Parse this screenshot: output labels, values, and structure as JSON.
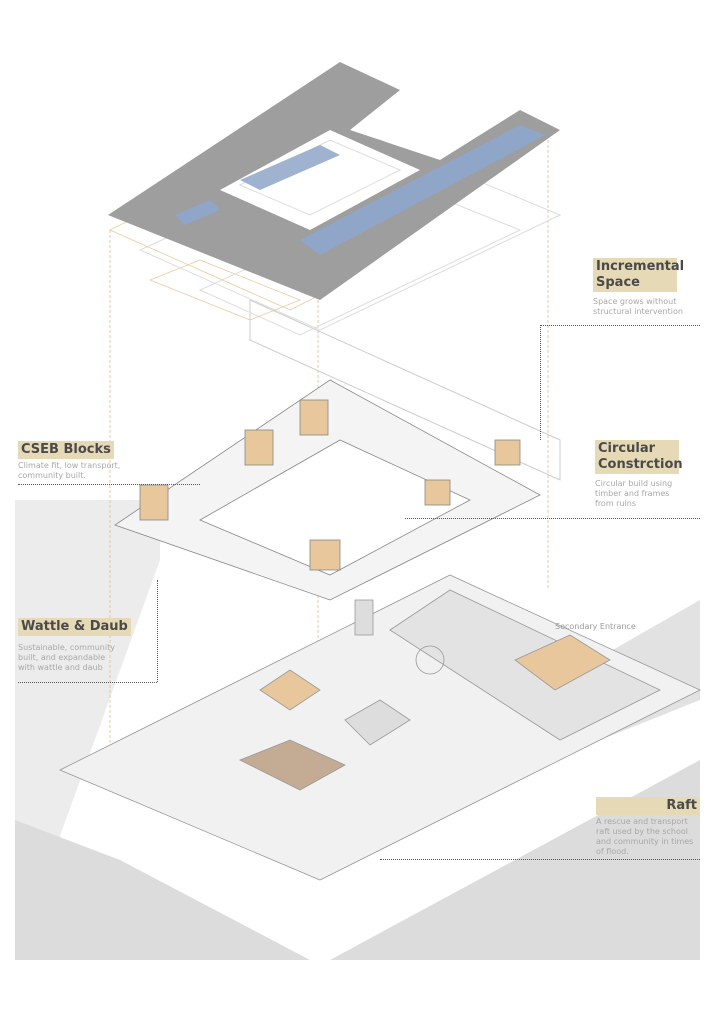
{
  "annotations": [
    {
      "title": "Incremental Space",
      "caption": "Space grows without structural intervention"
    },
    {
      "title": "Circular Constrction",
      "caption": "Circular build using timber and frames from ruins"
    },
    {
      "title": "CSEB Blocks",
      "caption": "Climate fit, low transport, community built."
    },
    {
      "title": "Wattle & Daub",
      "caption": "Sustainable, community built, and expandable with wattle and daub"
    },
    {
      "title": "Raft",
      "caption": "A rescue and transport raft used by the school and community in times of flood."
    }
  ],
  "site_labels": {
    "secondary_entrance": "Secondary Entrance"
  },
  "colors": {
    "label_bg": "#e6d9b5",
    "roof": "#9c9c9c",
    "solar": "#8fa6c9",
    "timber": "#e7c79b",
    "ground": "#e3e3e3"
  }
}
